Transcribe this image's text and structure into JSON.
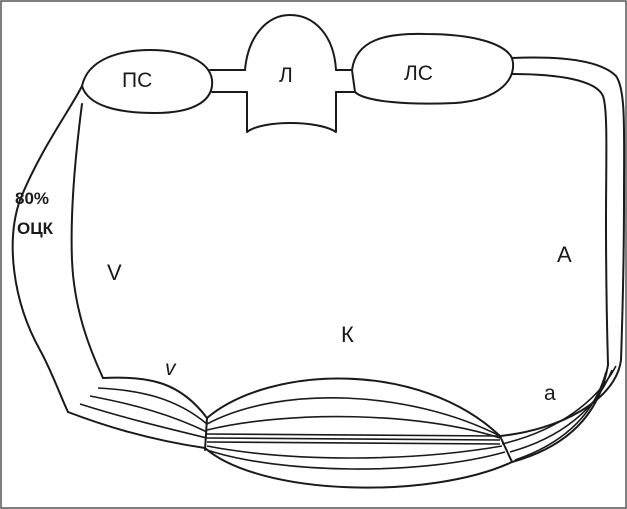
{
  "labels": {
    "right_atrium": "ПС",
    "lungs": "Л",
    "left_atrium": "ЛС",
    "blood_volume_pct": "80%",
    "blood_volume_abbr": "ОЦК",
    "veins": "V",
    "arteries": "A",
    "capillaries": "К",
    "venules": "v",
    "arterioles": "a"
  },
  "colors": {
    "line": "#1a1a1a",
    "background": "#ffffff",
    "border": "#555555"
  }
}
